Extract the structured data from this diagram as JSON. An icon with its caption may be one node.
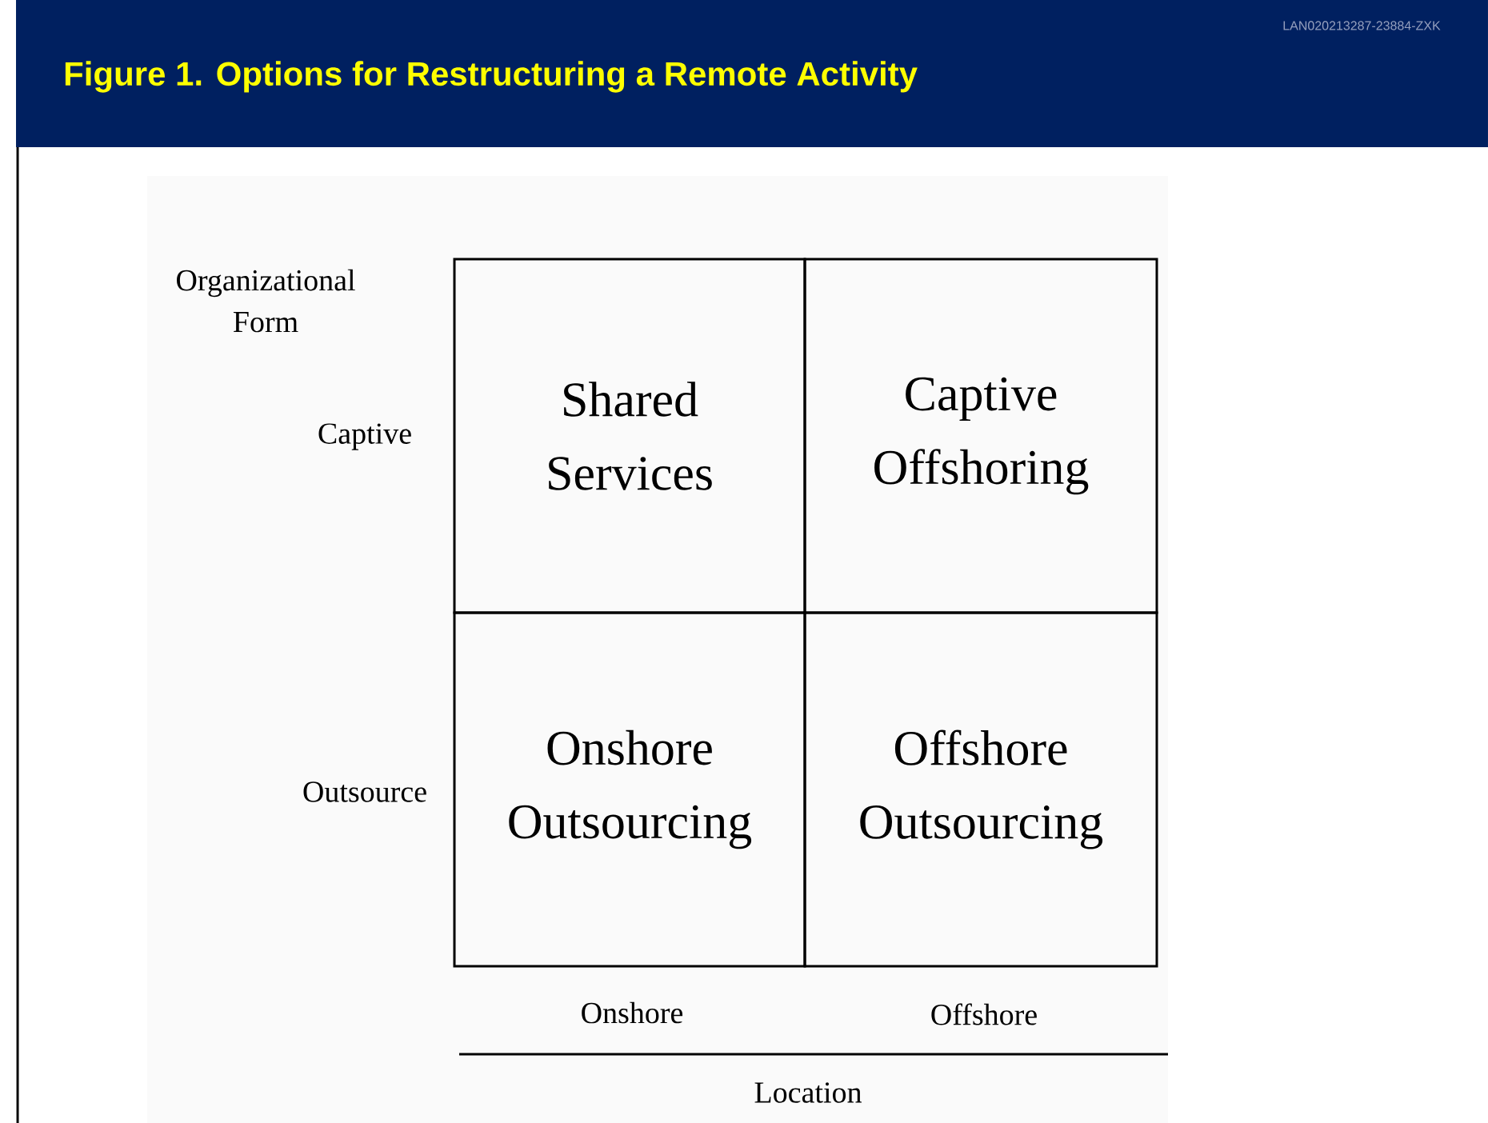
{
  "diagram": {
    "title": "Figure 1. Options for Restructuring a Remote Activity",
    "nodes": [
      {
        "text": [
          "Shared Services"
        ]
      },
      {
        "text": [
          "Captive Offshoring"
        ]
      },
      {
        "text": [
          "Onshore Outsourcing"
        ]
      },
      {
        "text": [
          "Offshore Outsourcing"
        ]
      }
    ],
    "labels": [
      "LAN020213287-23884-ZXK",
      "Organizational Form",
      "Captive",
      "Outsource",
      "Onshore",
      "Offshore",
      "Location"
    ]
  }
}
